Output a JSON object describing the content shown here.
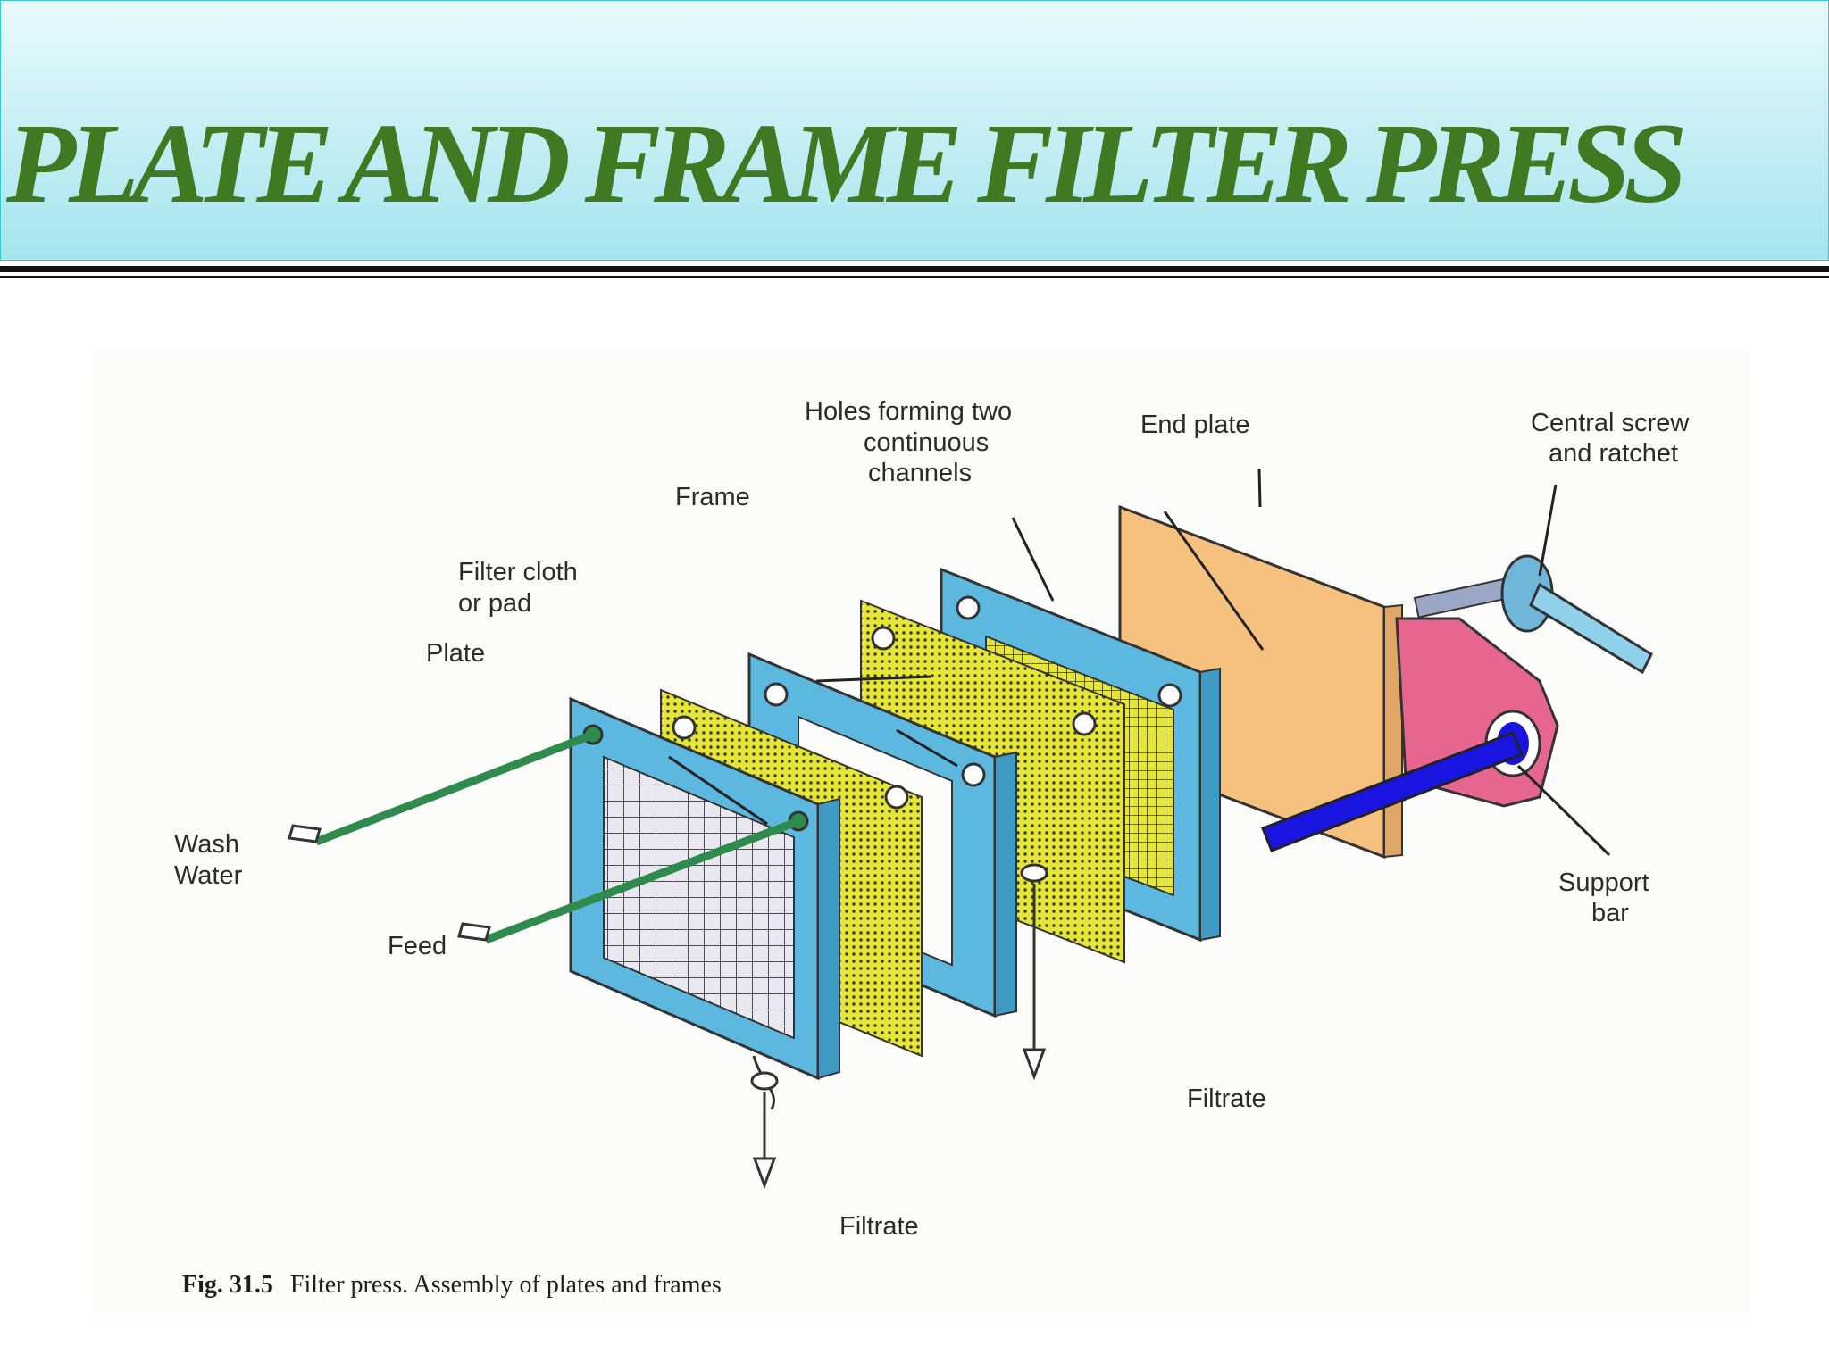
{
  "title": "PLATE AND FRAME FILTER PRESS",
  "figure": {
    "labels": {
      "holes_line1": "Holes forming two",
      "holes_line2": "continuous",
      "holes_line3": "channels",
      "end_plate": "End plate",
      "central_screw_line1": "Central screw",
      "central_screw_line2": "and ratchet",
      "frame": "Frame",
      "filter_cloth_line1": "Filter cloth",
      "filter_cloth_line2": "or pad",
      "plate": "Plate",
      "wash_line1": "Wash",
      "wash_line2": "Water",
      "feed": "Feed",
      "support_line1": "Support",
      "support_line2": "bar",
      "filtrate_right": "Filtrate",
      "filtrate_left": "Filtrate"
    },
    "caption_number": "Fig. 31.5",
    "caption_text": "Filter press. Assembly of plates and frames"
  },
  "colors": {
    "title_text": "#3f7a22",
    "banner_top": "#e9fafc",
    "banner_bottom": "#a5e5ee",
    "plate_blue": "#5cb8df",
    "cloth_yellow": "#e6e637",
    "end_plate_orange": "#f6c07f",
    "ratchet_pink": "#e6668f",
    "support_bar_blue": "#1a14e0",
    "pipe_green": "#2f8a4e"
  }
}
